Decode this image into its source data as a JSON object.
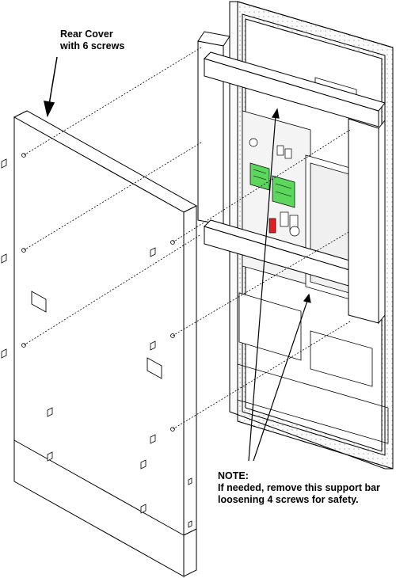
{
  "rear_cover_label": {
    "line1": "Rear Cover",
    "line2": "with 6 screws"
  },
  "note_label": {
    "heading": "NOTE:",
    "line1": "If needed, remove this support bar",
    "line2": "loosening 4 screws for safety."
  },
  "colors": {
    "line": "#000000",
    "pcb": "#5cd65c",
    "highlight": "#e02020",
    "panel": "#ffffff"
  }
}
